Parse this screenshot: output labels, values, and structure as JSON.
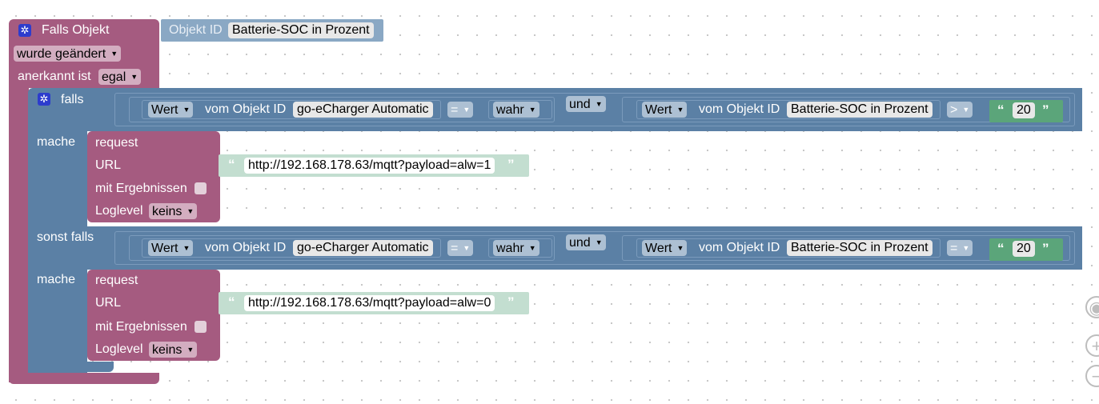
{
  "trigger": {
    "title": "Falls Objekt",
    "object_id_label": "Objekt ID",
    "object_id_value": "Batterie-SOC in Prozent",
    "changed_option": "wurde geändert",
    "ack_label": "anerkannt ist",
    "ack_value": "egal"
  },
  "if_block": {
    "falls_label": "falls",
    "sonst_falls_label": "sonst falls",
    "mache_label": "mache",
    "condition1": {
      "left": {
        "wert": "Wert",
        "vom": "vom Objekt ID",
        "obj": "go-eCharger Automatic",
        "op": "=",
        "val": "wahr"
      },
      "logic": "und",
      "right": {
        "wert": "Wert",
        "vom": "vom Objekt ID",
        "obj": "Batterie-SOC in Prozent",
        "op": ">",
        "num": "20"
      }
    },
    "condition2": {
      "left": {
        "wert": "Wert",
        "vom": "vom Objekt ID",
        "obj": "go-eCharger Automatic",
        "op": "=",
        "val": "wahr"
      },
      "logic": "und",
      "right": {
        "wert": "Wert",
        "vom": "vom Objekt ID",
        "obj": "Batterie-SOC in Prozent",
        "op": "=",
        "num": "20"
      }
    }
  },
  "request1": {
    "title": "request",
    "url_label": "URL",
    "url": "http://192.168.178.63/mqtt?payload=alw=1",
    "results_label": "mit Ergebnissen",
    "loglevel_label": "Loglevel",
    "loglevel_value": "keins"
  },
  "request2": {
    "title": "request",
    "url_label": "URL",
    "url": "http://192.168.178.63/mqtt?payload=alw=0",
    "results_label": "mit Ergebnissen",
    "loglevel_label": "Loglevel",
    "loglevel_value": "keins"
  },
  "icons": {
    "gear": "gear-icon",
    "zoom_in": "zoom-in-icon",
    "zoom_out": "zoom-out-icon",
    "recenter": "recenter-icon"
  },
  "colors": {
    "trigger": "#a55b80",
    "logic": "#5b80a5",
    "text": "#5ba57a",
    "request": "#a55b80"
  }
}
